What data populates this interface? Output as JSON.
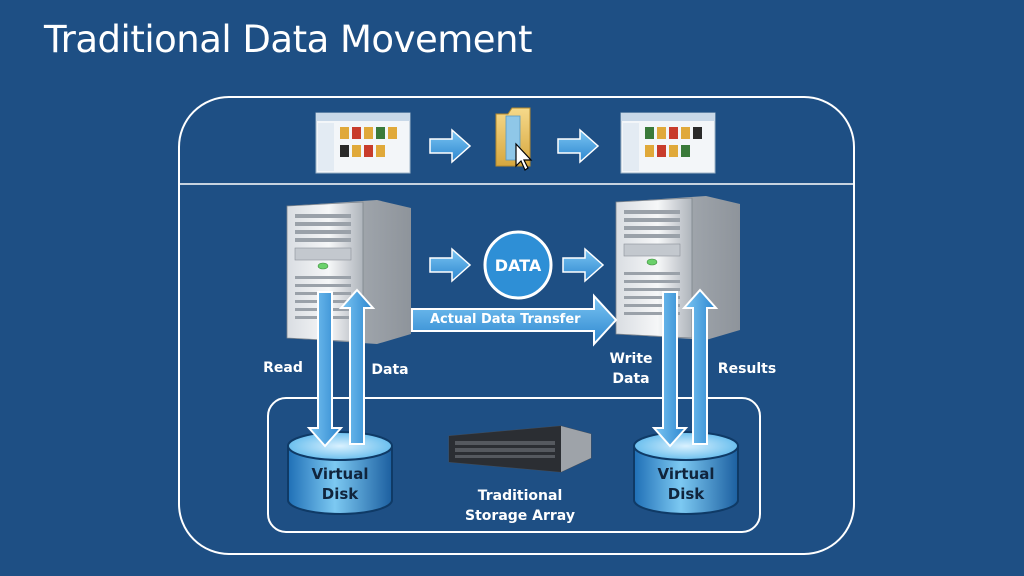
{
  "slide": {
    "title": "Traditional Data Movement"
  },
  "labels": {
    "data_bubble": "DATA",
    "actual_transfer": "Actual Data Transfer",
    "read": "Read",
    "data": "Data",
    "write_line1": "Write",
    "write_line2": "Data",
    "results": "Results",
    "left_disk_line1": "Virtual",
    "left_disk_line2": "Disk",
    "right_disk_line1": "Virtual",
    "right_disk_line2": "Disk",
    "storage_line1": "Traditional",
    "storage_line2": "Storage Array"
  },
  "colors": {
    "background": "#1e4f84",
    "arrow_blue": "#3a9ee0",
    "bubble_blue": "#2e8fd6",
    "disk_top": "#7ec8f0",
    "disk_body": "#3ea6e4"
  },
  "icons": {
    "explorer_window": "explorer-window-icon",
    "folder_drag": "folder-drag-icon",
    "server_tower": "server-tower-icon",
    "storage_array": "storage-array-icon",
    "virtual_disk": "virtual-disk-icon"
  }
}
